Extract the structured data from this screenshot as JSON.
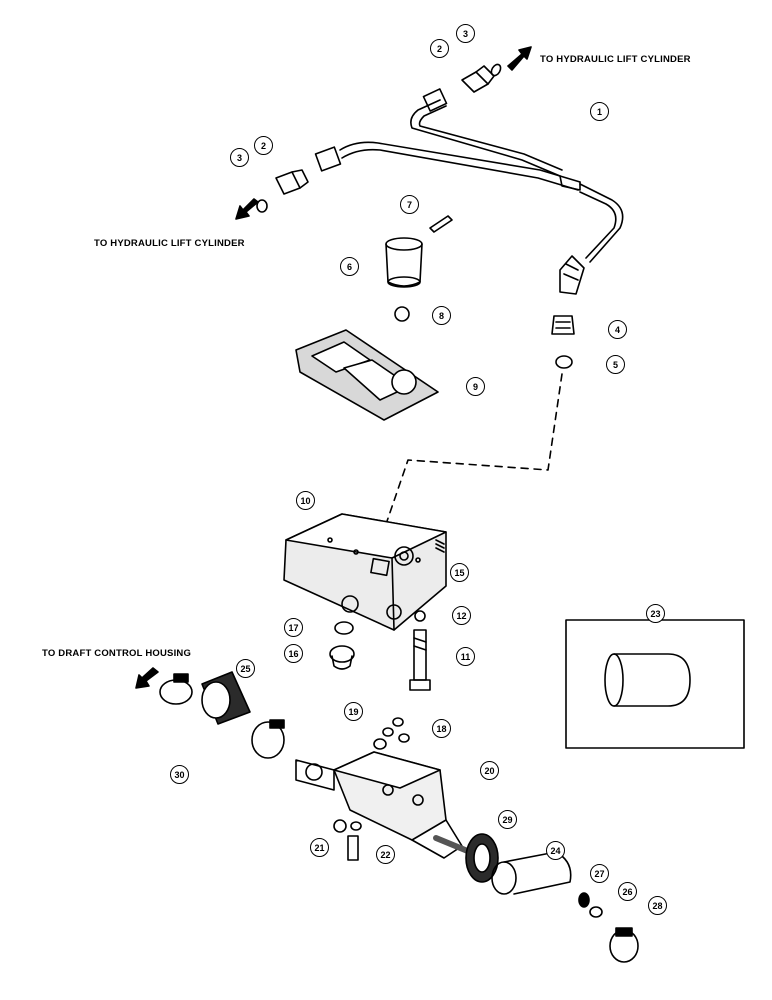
{
  "labels": {
    "lift_cylinder_top": "TO HYDRAULIC LIFT CYLINDER",
    "lift_cylinder_left": "TO HYDRAULIC LIFT CYLINDER",
    "draft_control": "TO DRAFT CONTROL HOUSING"
  },
  "callouts": [
    "1",
    "2",
    "3",
    "4",
    "5",
    "6",
    "7",
    "8",
    "9",
    "10",
    "11",
    "12",
    "15",
    "16",
    "17",
    "18",
    "19",
    "20",
    "21",
    "22",
    "23",
    "24",
    "25",
    "26",
    "27",
    "28",
    "29",
    "30"
  ]
}
